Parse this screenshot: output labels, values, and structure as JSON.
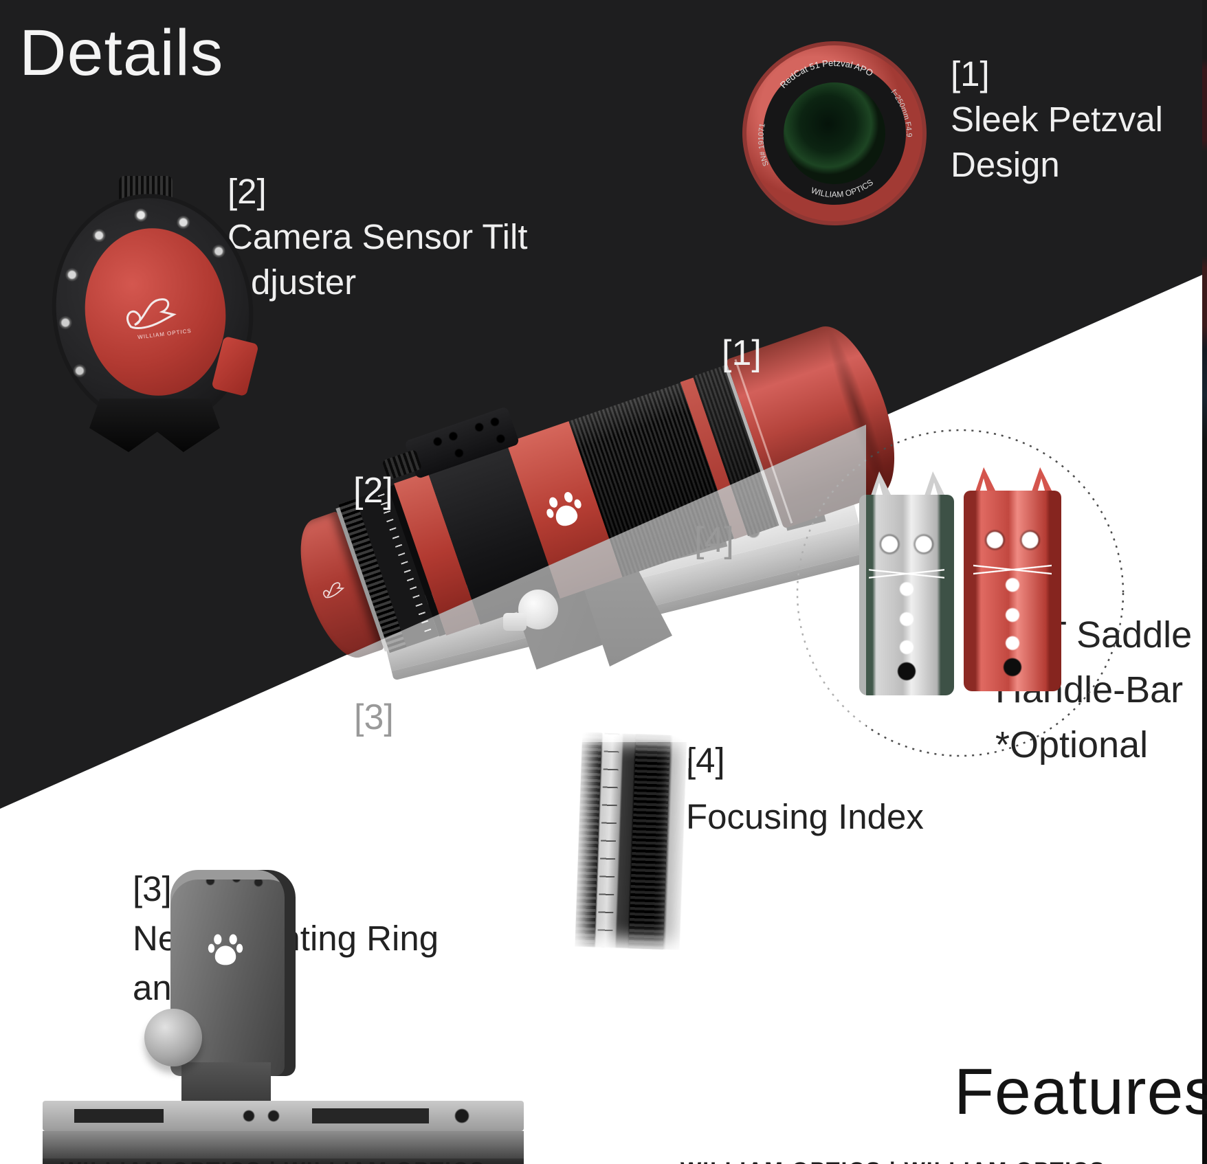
{
  "titles": {
    "details": "Details",
    "features": "Features"
  },
  "callouts": {
    "c1": {
      "tag": "[1]",
      "lines": [
        "Sleek Petzval",
        "Design"
      ]
    },
    "c2": {
      "tag": "[2]",
      "lines": [
        "Camera Sensor Tilt",
        "Adjuster"
      ]
    },
    "c3": {
      "tag": "[3]",
      "lines": [
        "New Mounting Ring",
        "and Plate"
      ]
    },
    "c4": {
      "tag": "[4]",
      "lines": [
        "Focusing Index"
      ]
    },
    "cat": {
      "lines": [
        "CAT Saddle",
        "Handle-Bar",
        "*Optional"
      ]
    }
  },
  "annotations": {
    "a1": "[1]",
    "a2": "[2]",
    "a3": "[3]",
    "a4": "[4]"
  },
  "lens_badge": {
    "top_arc": "RedCat 51 Petzval APO",
    "left_arc": "SN# 191071",
    "right_arc": "f=250mm F4.9",
    "bottom_arc": "WILLIAM OPTICS"
  },
  "tilt_adjuster": {
    "logo_text": "WILLIAM OPTICS"
  },
  "watermark": {
    "left": "WILLIAM OPTICS | WILLIAM OPTICS",
    "right": "WILLIAM OPTICS | WILLIAM OPTICS"
  },
  "colors": {
    "bg_dark": "#1e1e1f",
    "bg_light": "#ffffff",
    "accent_red": "#b5413a",
    "accent_red_bright": "#d4635a",
    "silver": "#c9c9c9",
    "rail_green": "#44584a",
    "text_light": "#f1f1f1",
    "text_dark": "#1c1c1c"
  }
}
